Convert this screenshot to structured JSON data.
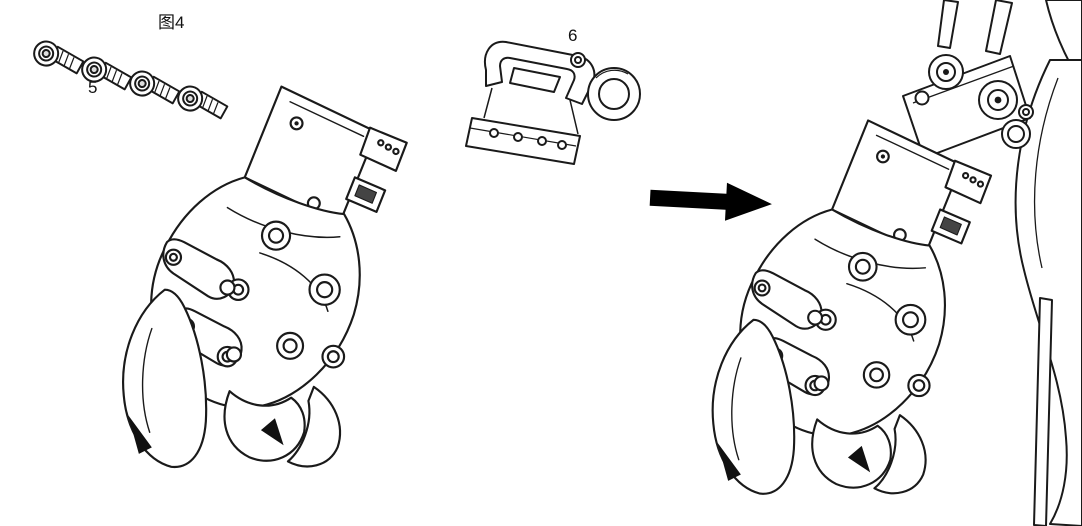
{
  "figure": {
    "title": "图4",
    "part_labels": {
      "screws": "5",
      "bracket": "6"
    }
  },
  "colors": {
    "background": "#ffffff",
    "line": "#1a1a1a",
    "arrow": "#000000",
    "dark_accent": "#111111"
  },
  "icons": [
    {
      "name": "screw-icon",
      "count": 4,
      "description": "socket head cap screws"
    },
    {
      "name": "gripper-assembly",
      "count": 2,
      "description": "robotic gripper claw, exploded (left) and installed (right)"
    },
    {
      "name": "bracket-part",
      "count": 1,
      "description": "mounting clamp bracket with ring collar and hole plate"
    },
    {
      "name": "arrow-right-icon",
      "count": 1,
      "description": "assembly direction arrow"
    },
    {
      "name": "robot-arm",
      "count": 1,
      "description": "robot arm structure the gripper mounts onto"
    }
  ]
}
